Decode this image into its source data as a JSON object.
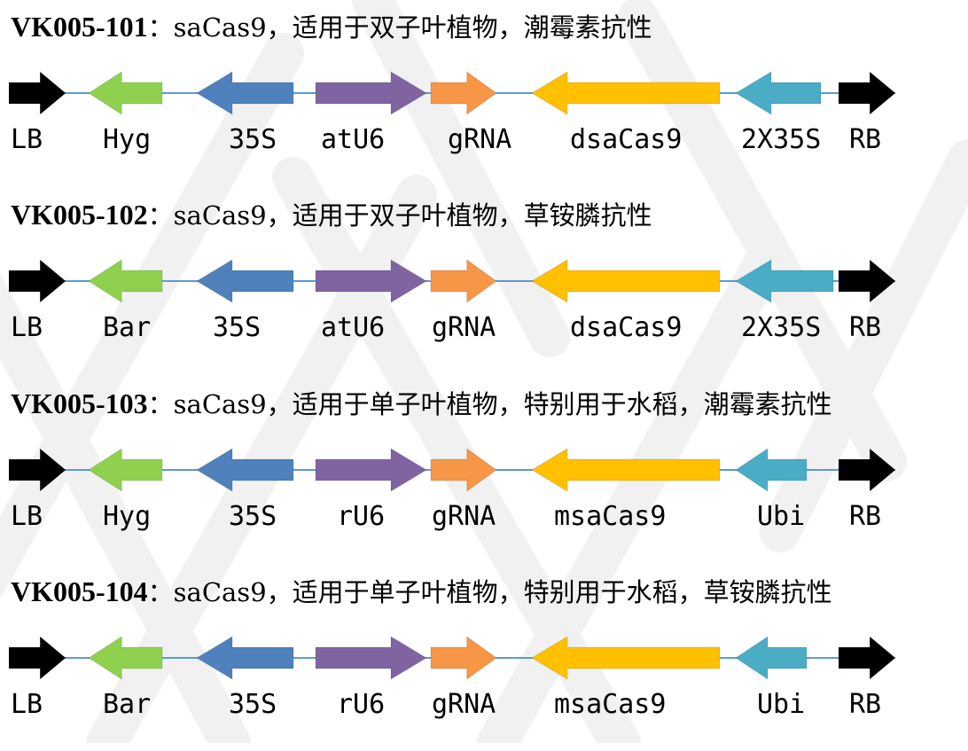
{
  "watermark": {
    "color": "#e6e6e6"
  },
  "colors": {
    "border": "#000000",
    "selection": "#8fd14f",
    "promoter": "#4f81bd",
    "u6": "#8064a2",
    "grna": "#f79646",
    "cas9": "#ffc000",
    "terminal_promoter": "#4bacc6",
    "backbone": "#5b9bd5"
  },
  "constructs": [
    {
      "code": "VK005-101",
      "desc": "：saCas9，适用于双子叶植物，潮霉素抗性",
      "elements": [
        {
          "label": "LB",
          "color": "border",
          "direction": "right"
        },
        {
          "label": "Hyg",
          "color": "selection",
          "direction": "left"
        },
        {
          "label": "35S",
          "color": "promoter",
          "direction": "left"
        },
        {
          "label": "atU6",
          "color": "u6",
          "direction": "right"
        },
        {
          "label": "gRNA",
          "color": "grna",
          "direction": "right"
        },
        {
          "label": "dsaCas9",
          "color": "cas9",
          "direction": "left"
        },
        {
          "label": "2X35S",
          "color": "terminal_promoter",
          "direction": "left"
        },
        {
          "label": "RB",
          "color": "border",
          "direction": "right"
        }
      ]
    },
    {
      "code": "VK005-102",
      "desc": "：saCas9，适用于双子叶植物，草铵膦抗性",
      "elements": [
        {
          "label": "LB",
          "color": "border",
          "direction": "right"
        },
        {
          "label": "Bar",
          "color": "selection",
          "direction": "left"
        },
        {
          "label": "35S",
          "color": "promoter",
          "direction": "left"
        },
        {
          "label": "atU6",
          "color": "u6",
          "direction": "right"
        },
        {
          "label": "gRNA",
          "color": "grna",
          "direction": "right"
        },
        {
          "label": "dsaCas9",
          "color": "cas9",
          "direction": "left"
        },
        {
          "label": "2X35S",
          "color": "terminal_promoter",
          "direction": "left"
        },
        {
          "label": "RB",
          "color": "border",
          "direction": "right"
        }
      ]
    },
    {
      "code": "VK005-103",
      "desc": "：saCas9，适用于单子叶植物，特别用于水稻，潮霉素抗性",
      "elements": [
        {
          "label": "LB",
          "color": "border",
          "direction": "right"
        },
        {
          "label": "Hyg",
          "color": "selection",
          "direction": "left"
        },
        {
          "label": "35S",
          "color": "promoter",
          "direction": "left"
        },
        {
          "label": "rU6",
          "color": "u6",
          "direction": "right"
        },
        {
          "label": "gRNA",
          "color": "grna",
          "direction": "right"
        },
        {
          "label": "msaCas9",
          "color": "cas9",
          "direction": "left"
        },
        {
          "label": "Ubi",
          "color": "terminal_promoter",
          "direction": "left"
        },
        {
          "label": "RB",
          "color": "border",
          "direction": "right"
        }
      ]
    },
    {
      "code": "VK005-104",
      "desc": "：saCas9，适用于单子叶植物，特别用于水稻，草铵膦抗性",
      "elements": [
        {
          "label": "LB",
          "color": "border",
          "direction": "right"
        },
        {
          "label": "Bar",
          "color": "selection",
          "direction": "left"
        },
        {
          "label": "35S",
          "color": "promoter",
          "direction": "left"
        },
        {
          "label": "rU6",
          "color": "u6",
          "direction": "right"
        },
        {
          "label": "gRNA",
          "color": "grna",
          "direction": "right"
        },
        {
          "label": "msaCas9",
          "color": "cas9",
          "direction": "left"
        },
        {
          "label": "Ubi",
          "color": "terminal_promoter",
          "direction": "left"
        },
        {
          "label": "RB",
          "color": "border",
          "direction": "right"
        }
      ]
    }
  ]
}
